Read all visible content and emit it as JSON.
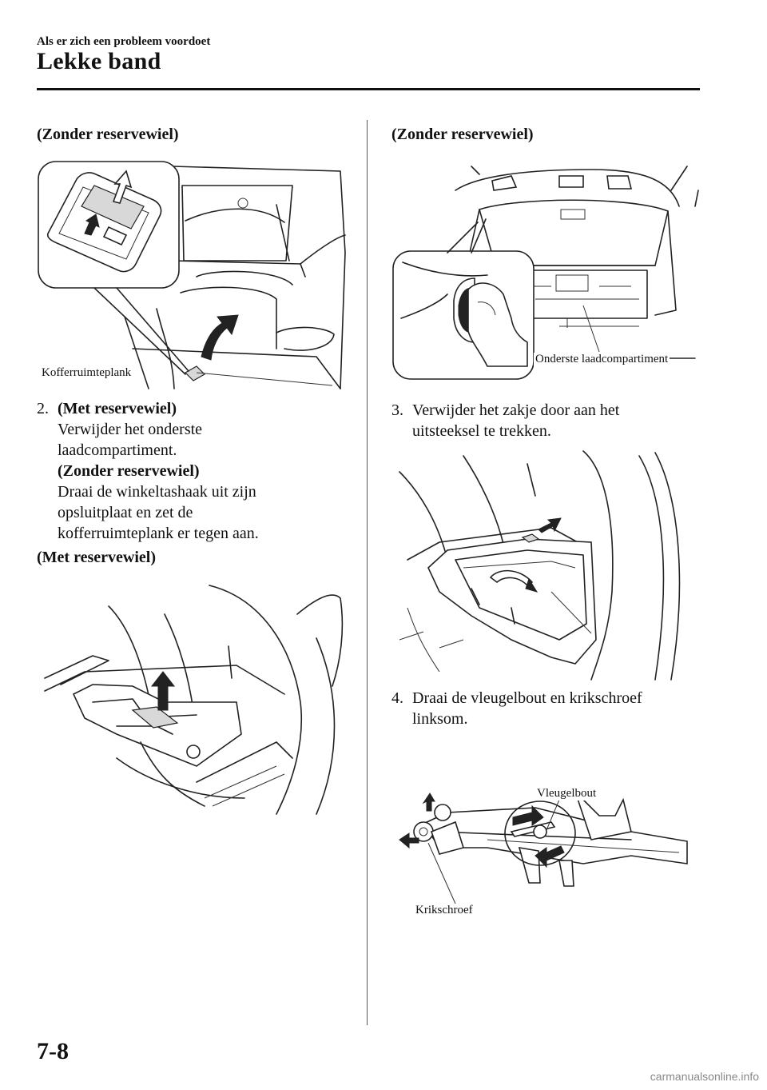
{
  "header": {
    "section": "Als er zich een probleem voordoet",
    "title": "Lekke band"
  },
  "left": {
    "fig1": {
      "heading": "(Zonder reservewiel)",
      "callout": "Kofferruimteplank"
    },
    "step2": {
      "number": "2.",
      "parts": [
        {
          "text": "(Met reservewiel)",
          "bold": true
        },
        {
          "text": "Verwijder het onderste",
          "bold": false
        },
        {
          "text": "laadcompartiment.",
          "bold": false
        },
        {
          "text": "(Zonder reservewiel)",
          "bold": true
        },
        {
          "text": "Draai de winkeltashaak uit zijn",
          "bold": false
        },
        {
          "text": "opsluitplaat en zet de",
          "bold": false
        },
        {
          "text": "kofferruimteplank er tegen aan.",
          "bold": false
        }
      ]
    },
    "fig2": {
      "heading": "(Met reservewiel)"
    }
  },
  "right": {
    "fig3": {
      "heading": "(Zonder reservewiel)",
      "callout": "Onderste laadcompartiment"
    },
    "step3": {
      "number": "3.",
      "line1": "Verwijder het zakje door aan het",
      "line2": "uitsteeksel te trekken."
    },
    "step4": {
      "number": "4.",
      "line1": "Draai de vleugelbout en krikschroef",
      "line2": "linksom."
    },
    "fig5": {
      "callout_top": "Vleugelbout",
      "callout_bottom": "Krikschroef"
    }
  },
  "footer": {
    "page_number": "7-8",
    "watermark": "carmanualsonline.info"
  }
}
